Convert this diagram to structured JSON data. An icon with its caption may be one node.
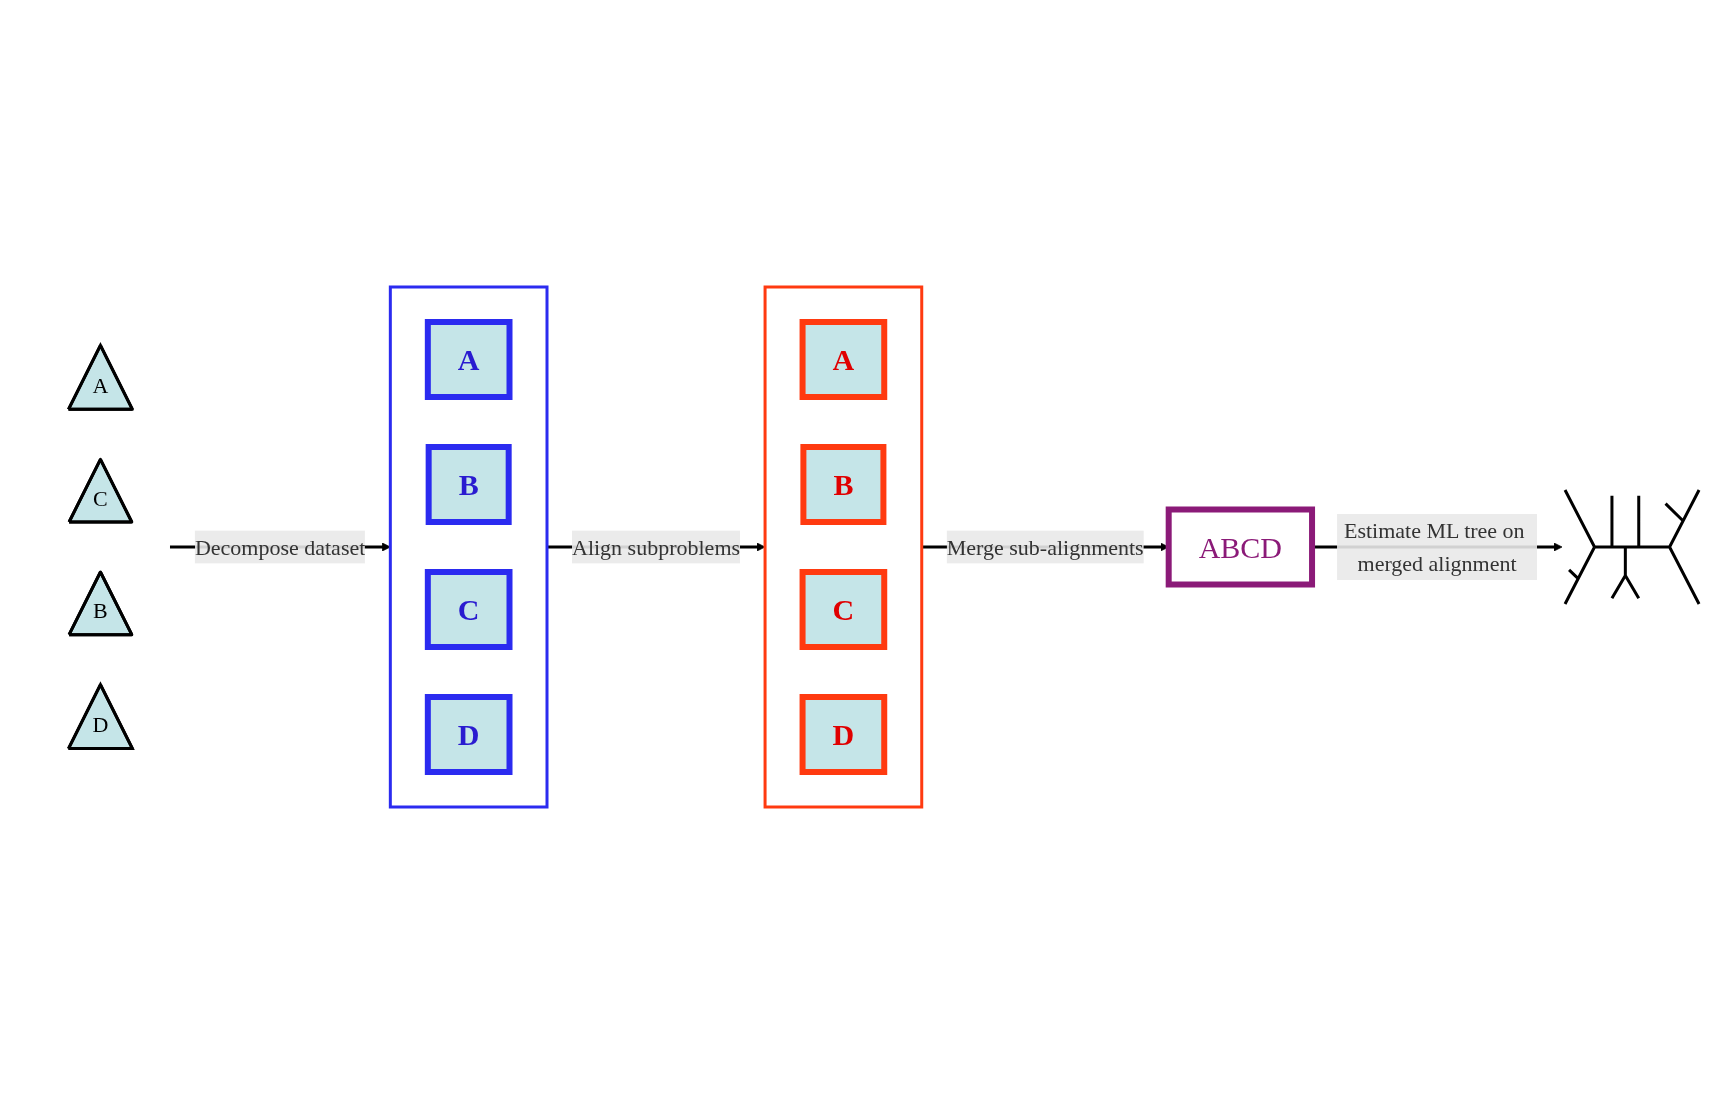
{
  "diagram": {
    "nodes": [
      {
        "text": [],
        "shape": "picture"
      },
      {
        "text": [
          "A"
        ],
        "in": 0
      },
      {
        "text": [
          "C"
        ],
        "in": 0
      },
      {
        "text": [
          "B"
        ],
        "in": 0
      },
      {
        "text": [
          "D"
        ],
        "in": 0
      },
      {
        "text": [],
        "shape": "box"
      },
      {
        "text": [
          "A"
        ],
        "in": 5
      },
      {
        "text": [
          "B"
        ],
        "in": 5
      },
      {
        "text": [
          "C"
        ],
        "in": 5
      },
      {
        "text": [
          "D"
        ],
        "in": 5
      },
      {
        "text": [],
        "shape": "box"
      },
      {
        "text": [
          "A"
        ],
        "in": 10
      },
      {
        "text": [
          "B"
        ],
        "in": 10
      },
      {
        "text": [
          "C"
        ],
        "in": 10
      },
      {
        "text": [
          "D"
        ],
        "in": 10
      },
      {
        "text": [
          "ABCD"
        ]
      },
      {
        "text": [],
        "shape": "picture"
      }
    ],
    "edges": [
      {
        "from": 0,
        "to": 5,
        "arrow": "to",
        "label": "Decompose dataset"
      },
      {
        "from": 5,
        "to": 10,
        "arrow": "to",
        "label": "Align subproblems"
      },
      {
        "from": 10,
        "to": 15,
        "arrow": "to",
        "label": "Merge sub-alignments"
      },
      {
        "from": 15,
        "to": 16,
        "arrow": "to",
        "label": "Estimate ML tree on merged alignment"
      }
    ]
  }
}
